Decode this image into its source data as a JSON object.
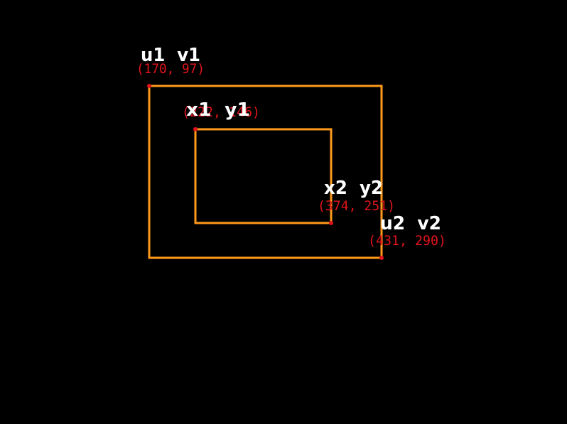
{
  "colors": {
    "background": "#000000",
    "box": "#ff9a1a",
    "point": "#e0141a",
    "name_text": "#ffffff",
    "coord_text": "#e0141a"
  },
  "outer_box": {
    "top_left": {
      "name": "u1  v1",
      "coords": "(170, 97)"
    },
    "bottom_right": {
      "name": "u2  v2",
      "coords": "(431, 290)"
    }
  },
  "inner_box": {
    "top_left": {
      "name": "x1  y1",
      "coords": "(222, 146)"
    },
    "bottom_right": {
      "name": "x2  y2",
      "coords": "(374, 251)"
    }
  }
}
